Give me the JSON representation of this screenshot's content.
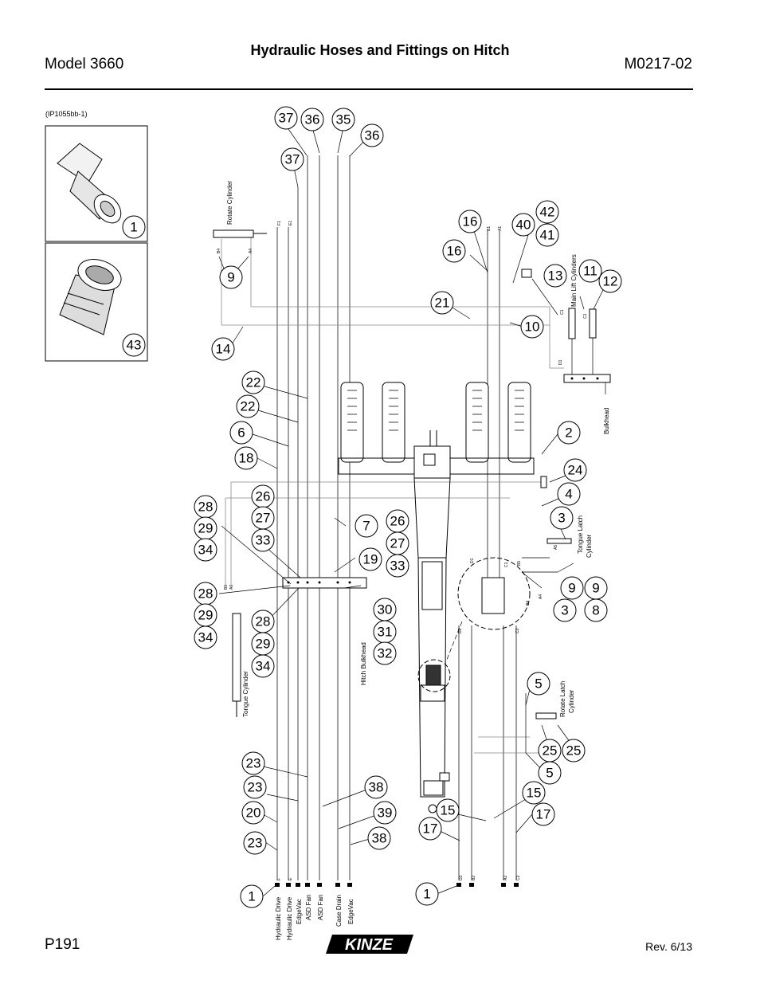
{
  "header": {
    "model": "Model 3660",
    "title": "Hydraulic Hoses and Fittings on Hitch",
    "doc_code": "M0217-02"
  },
  "figure_ref": "(IP1055bb-1)",
  "inset_parts": [
    "1",
    "43"
  ],
  "callouts": {
    "c37a": "37",
    "c36a": "36",
    "c35": "35",
    "c36b": "36",
    "c37b": "37",
    "c1top": "1",
    "c43": "43",
    "c9top": "9",
    "c14": "14",
    "c16a": "16",
    "c16b": "16",
    "c40": "40",
    "c42": "42",
    "c41": "41",
    "c13": "13",
    "c11": "11",
    "c12": "12",
    "c21": "21",
    "c10": "10",
    "c22a": "22",
    "c22b": "22",
    "c6": "6",
    "c18": "18",
    "c2": "2",
    "c24": "24",
    "c4": "4",
    "c28a": "28",
    "c26a": "26",
    "c29a": "29",
    "c27a": "27",
    "c34a": "34",
    "c33a": "33",
    "c7": "7",
    "c26b": "26",
    "c27b": "27",
    "c19": "19",
    "c33b": "33",
    "c3a": "3",
    "c9a": "9",
    "c9b": "9",
    "c3b": "3",
    "c8": "8",
    "c28b": "28",
    "c29b": "29",
    "c34b": "34",
    "c28c": "28",
    "c29c": "29",
    "c34c": "34",
    "c30": "30",
    "c31": "31",
    "c32": "32",
    "c5a": "5",
    "c25a": "25",
    "c25b": "25",
    "c5b": "5",
    "c23a": "23",
    "c23b": "23",
    "c20": "20",
    "c23c": "23",
    "c38a": "38",
    "c39": "39",
    "c38b": "38",
    "c15a": "15",
    "c15b": "15",
    "c17a": "17",
    "c17b": "17",
    "c1a": "1",
    "c1b": "1"
  },
  "labels": {
    "rotate_cylinder": "Rotate Cylinder",
    "main_lift": "Main Lift Cylinders",
    "bulkhead": "Bulkhead",
    "tongue_latch": "Tongue Latch",
    "cylinder": "Cylinder",
    "rotate_latch": "Rotate Latch",
    "tongue_cylinder": "Tongue Cylinder",
    "hitch_bulkhead": "Hitch Bulkhead"
  },
  "tractor_labels": [
    "Hydraulic Drive",
    "Hydraulic Drive",
    "EdgeVac",
    "ASD Fan",
    "ASD Fan",
    "Case Drain",
    "EdgeVac"
  ],
  "ports": {
    "F1": "F1",
    "E1": "E1",
    "B1": "B1",
    "A1": "A1",
    "C1": "C1",
    "D1": "D1",
    "B2": "B2",
    "A2": "A2",
    "C2": "C2",
    "D2": "D2",
    "E": "E",
    "F": "F",
    "B4": "B4",
    "A4": "A4",
    "B5": "B5",
    "A5": "A5",
    "B6": "B6",
    "A6": "A6"
  },
  "footer": {
    "page": "P191",
    "brand": "KINZE",
    "rev": "Rev. 6/13"
  }
}
